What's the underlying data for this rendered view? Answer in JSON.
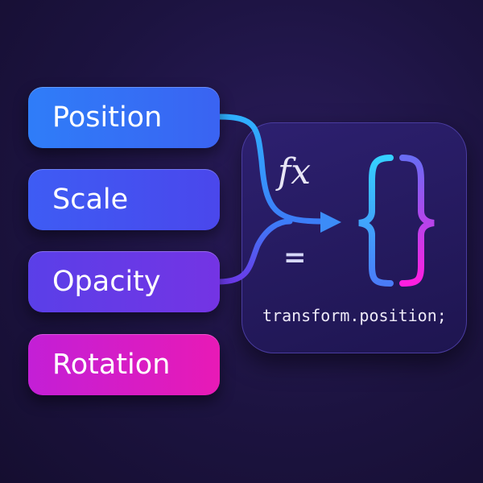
{
  "properties": [
    {
      "label": "Position"
    },
    {
      "label": "Scale"
    },
    {
      "label": "Opacity"
    },
    {
      "label": "Rotation"
    }
  ],
  "panel": {
    "fx_label": "fx",
    "equals_label": "=",
    "code": "transform.position;"
  },
  "colors": {
    "background": "#1c1340",
    "blue": "#2f8cf8",
    "violet": "#7434e4",
    "magenta": "#e81ab6"
  }
}
